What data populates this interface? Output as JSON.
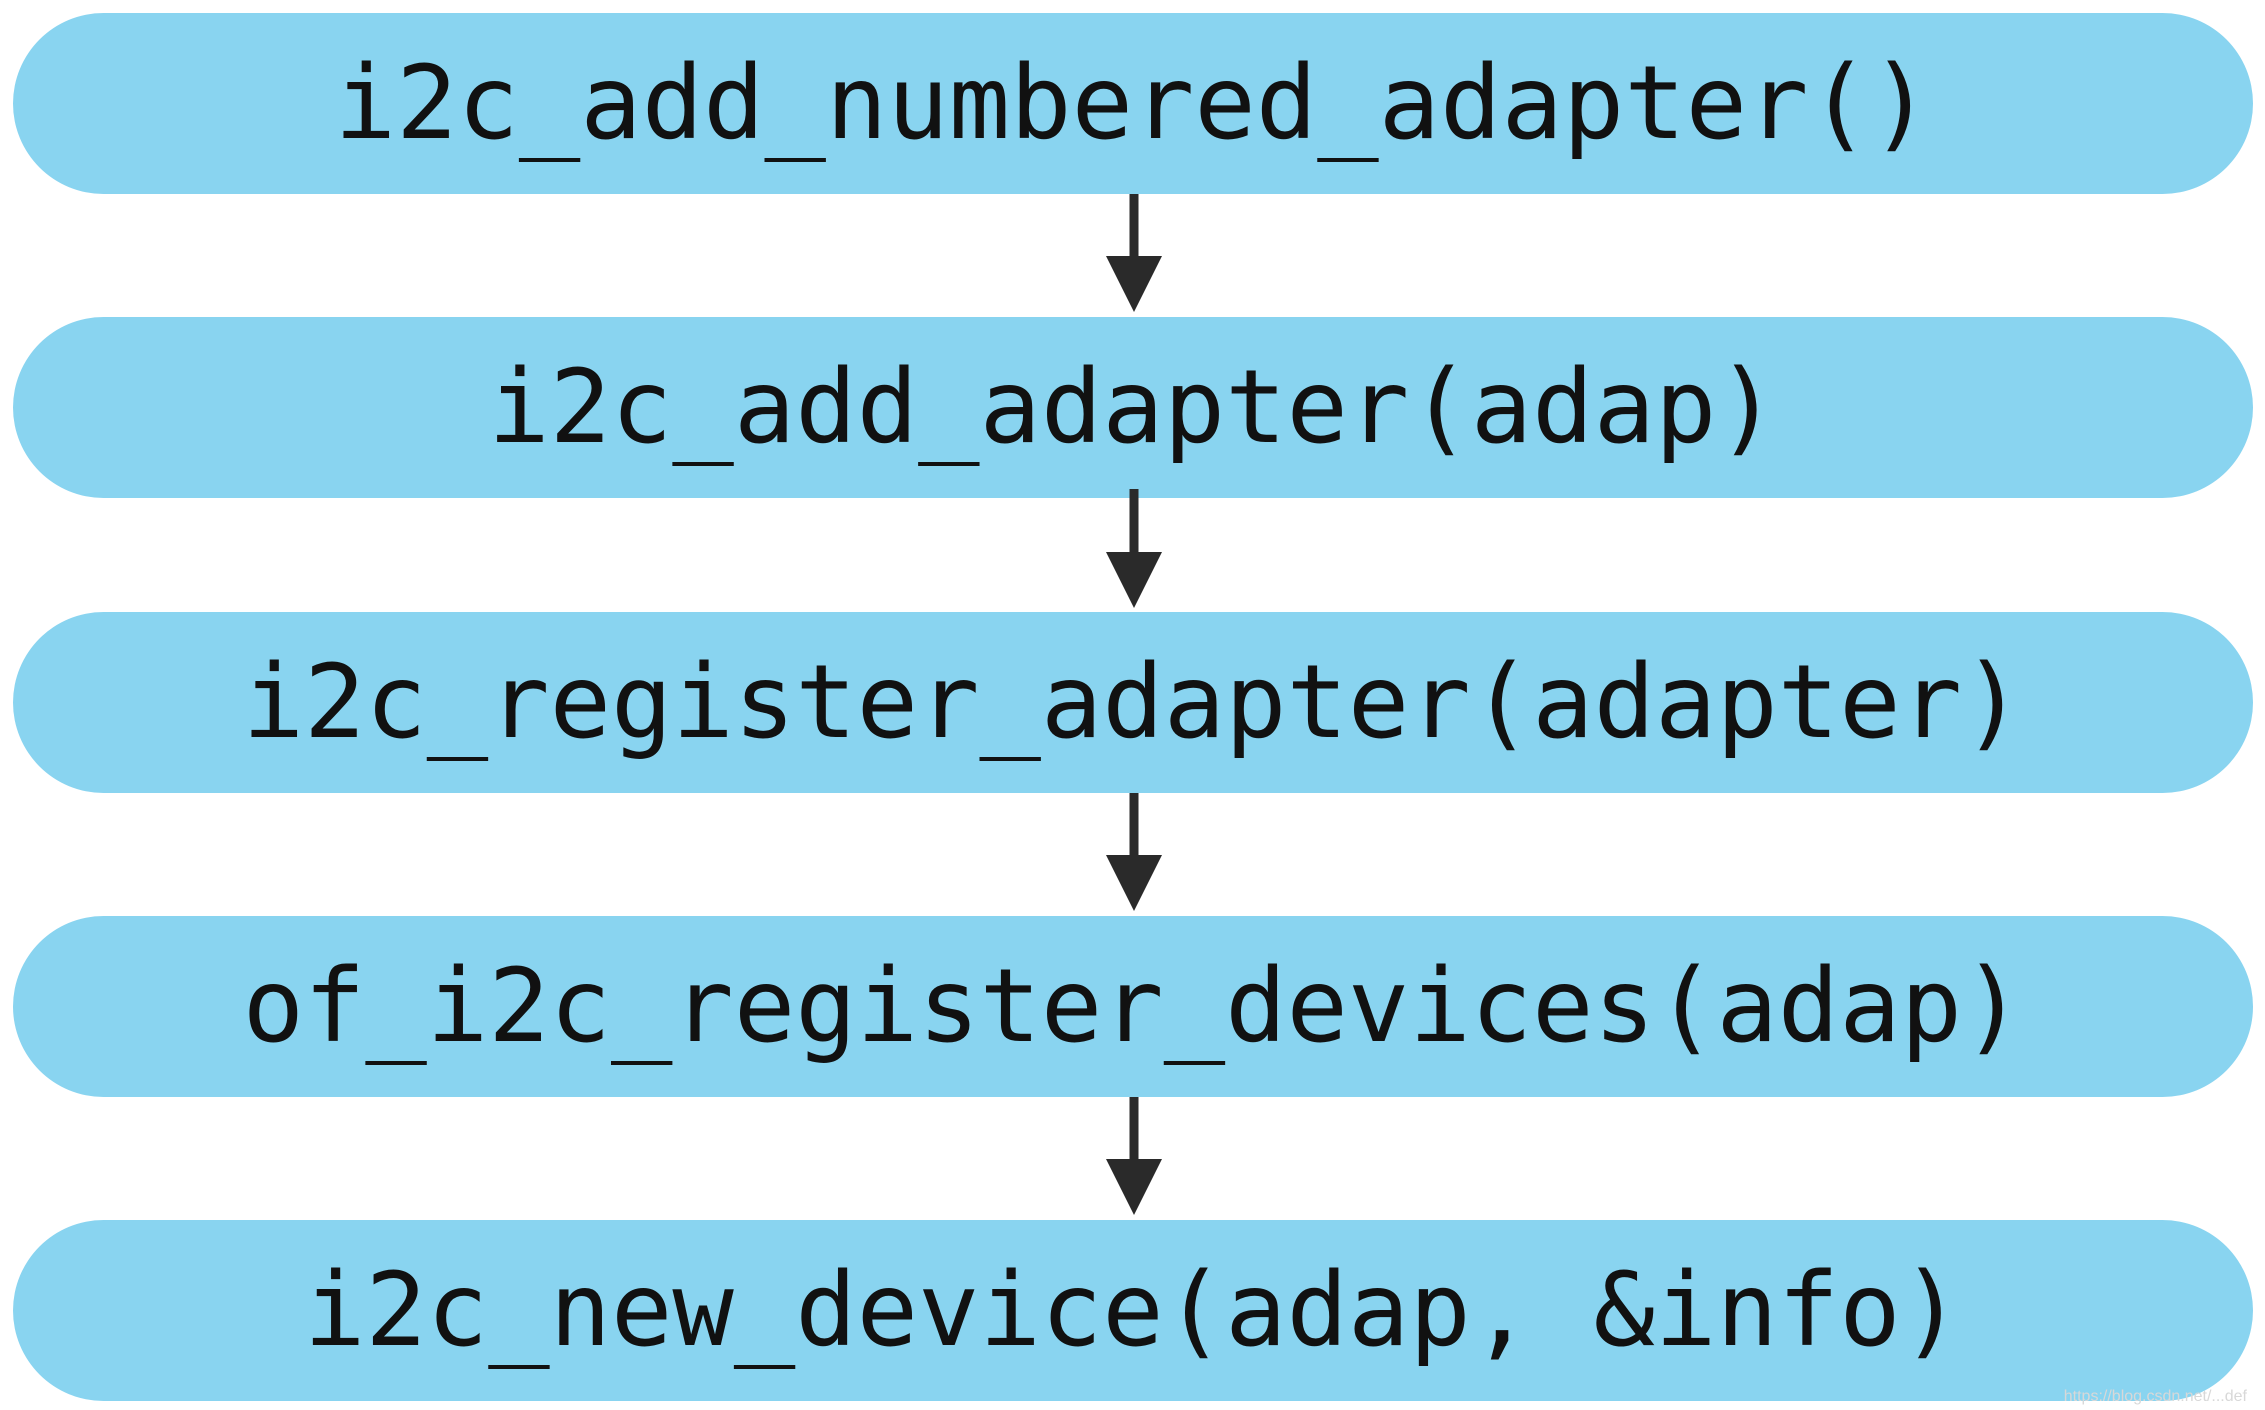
{
  "colors": {
    "node_fill": "#89d4f0",
    "arrow": "#2a2a2a",
    "text": "#111111",
    "background": "#ffffff"
  },
  "flow": {
    "nodes": [
      {
        "label": "i2c_add_numbered_adapter()"
      },
      {
        "label": "i2c_add_adapter(adap)"
      },
      {
        "label": "i2c_register_adapter(adapter)"
      },
      {
        "label": "of_i2c_register_devices(adap)"
      },
      {
        "label": "i2c_new_device(adap, &info)"
      }
    ],
    "edges": [
      {
        "from": 0,
        "to": 1
      },
      {
        "from": 1,
        "to": 2
      },
      {
        "from": 2,
        "to": 3
      },
      {
        "from": 3,
        "to": 4
      }
    ]
  },
  "watermark": {
    "text": "https://blog.csdn.net/...def"
  }
}
